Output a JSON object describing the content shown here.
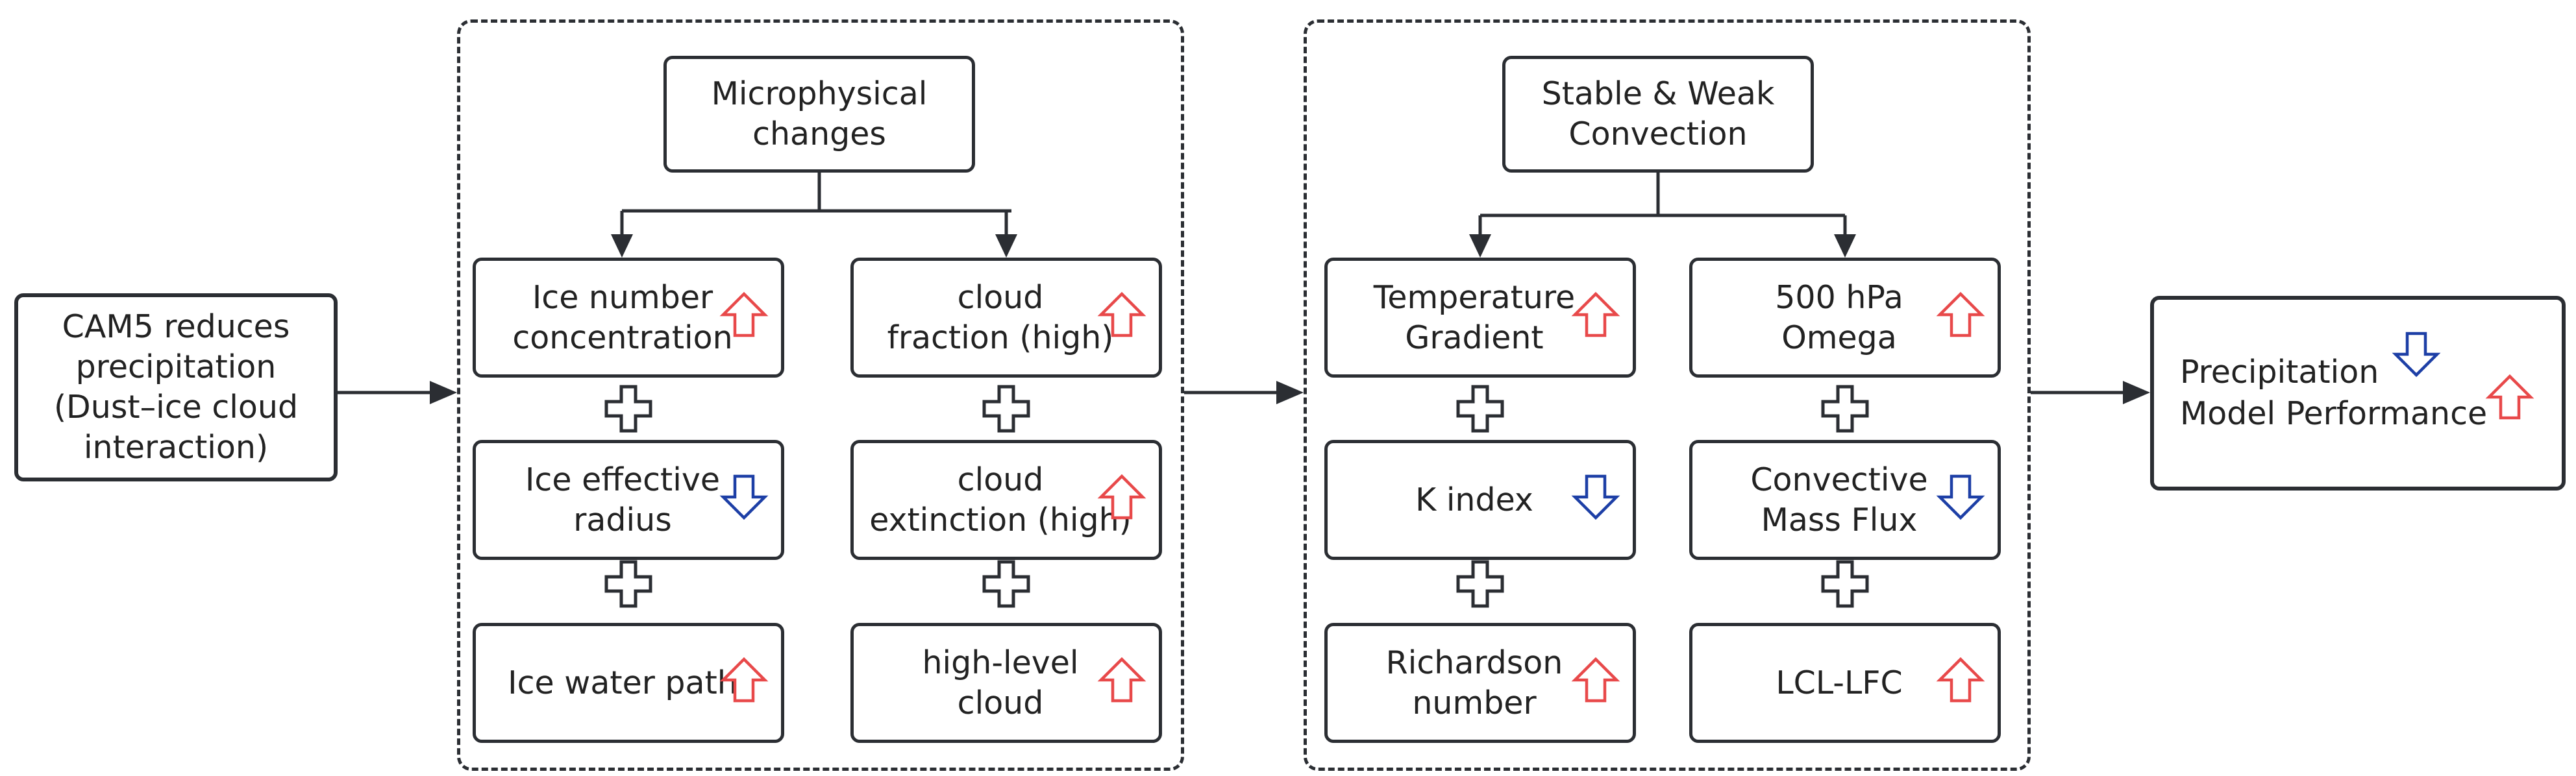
{
  "colors": {
    "up": "#e8494a",
    "down": "#1d3fa6",
    "line": "#2b2e33"
  },
  "input": {
    "label": "CAM5 reduces\nprecipitation\n(Dust–ice cloud\ninteraction)"
  },
  "panel1": {
    "header": "Microphysical\nchanges",
    "items": [
      {
        "label": "Ice number\nconcentration",
        "dir": "up"
      },
      {
        "label": "cloud\nfraction (high)",
        "dir": "up"
      },
      {
        "label": "Ice effective\nradius",
        "dir": "down"
      },
      {
        "label": "cloud\nextinction (high)",
        "dir": "up"
      },
      {
        "label": "Ice water path",
        "dir": "up"
      },
      {
        "label": "high-level\ncloud",
        "dir": "up"
      }
    ]
  },
  "panel2": {
    "header": "Stable & Weak\nConvection",
    "items": [
      {
        "label": "Temperature\nGradient",
        "dir": "up"
      },
      {
        "label": "500 hPa\nOmega",
        "dir": "up"
      },
      {
        "label": "K index",
        "dir": "down"
      },
      {
        "label": "Convective\nMass Flux",
        "dir": "down"
      },
      {
        "label": "Richardson\nnumber",
        "dir": "up"
      },
      {
        "label": "LCL-LFC",
        "dir": "up"
      }
    ]
  },
  "output": {
    "lines": [
      {
        "label": "Precipitation",
        "dir": "down"
      },
      {
        "label": "Model Performance",
        "dir": "up"
      }
    ]
  },
  "icons": {
    "connector": "plus-icon",
    "increase": "up-arrow-icon",
    "decrease": "down-arrow-icon"
  }
}
